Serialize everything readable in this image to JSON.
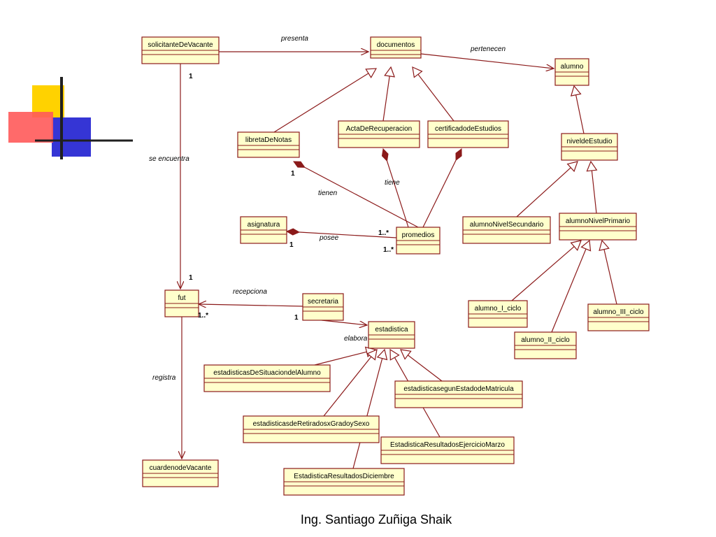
{
  "slide": {
    "footer": "Ing. Santiago Zuñiga Shaik",
    "colors": {
      "class_fill": "#ffffcc",
      "class_border": "#8b1a1a",
      "line": "#8b1a1a",
      "deco_yellow": "#ffd200",
      "deco_red": "#ff5050",
      "deco_blue": "#3030d0",
      "deco_line": "#202020"
    }
  },
  "diagram": {
    "classes": [
      {
        "id": "solicitante",
        "name": "solicitanteDeVacante"
      },
      {
        "id": "documentos",
        "name": "documentos"
      },
      {
        "id": "alumno",
        "name": "alumno"
      },
      {
        "id": "libreta",
        "name": "libretaDeNotas"
      },
      {
        "id": "acta",
        "name": "ActaDeRecuperacion"
      },
      {
        "id": "certificado",
        "name": "certificadodeEstudios"
      },
      {
        "id": "nivel",
        "name": "niveldeEstudio"
      },
      {
        "id": "asignatura",
        "name": "asignatura"
      },
      {
        "id": "promedios",
        "name": "promedios"
      },
      {
        "id": "secundario",
        "name": "alumnoNivelSecundario"
      },
      {
        "id": "primario",
        "name": "alumnoNivelPrimario"
      },
      {
        "id": "fut",
        "name": "fut"
      },
      {
        "id": "secretaria",
        "name": "secretaria"
      },
      {
        "id": "estadistica",
        "name": "estadistica"
      },
      {
        "id": "ciclo1",
        "name": "alumno_I_ciclo"
      },
      {
        "id": "ciclo3",
        "name": "alumno_III_ciclo"
      },
      {
        "id": "ciclo2",
        "name": "alumno_II_ciclo"
      },
      {
        "id": "situacion",
        "name": "estadisticasDeSituaciondelAlumno"
      },
      {
        "id": "matricula",
        "name": "estadisticasegunEstadodeMatricula"
      },
      {
        "id": "retirados",
        "name": "estadisticasdeRetiradosxGradoySexo"
      },
      {
        "id": "marzo",
        "name": "EstadisticaResultadosEjercicioMarzo"
      },
      {
        "id": "diciembre",
        "name": "EstadisticaResultadosDiciembre"
      },
      {
        "id": "cuaderno",
        "name": "cuardenodeVacante"
      }
    ],
    "relations": [
      {
        "from": "solicitante",
        "to": "documentos",
        "kind": "association",
        "label": "presenta"
      },
      {
        "from": "documentos",
        "to": "alumno",
        "kind": "association",
        "label": "pertenecen"
      },
      {
        "from": "libreta",
        "to": "documentos",
        "kind": "generalization"
      },
      {
        "from": "acta",
        "to": "documentos",
        "kind": "generalization"
      },
      {
        "from": "certificado",
        "to": "documentos",
        "kind": "generalization"
      },
      {
        "from": "nivel",
        "to": "alumno",
        "kind": "generalization"
      },
      {
        "from": "promedios",
        "to": "libreta",
        "kind": "composition",
        "label": "tienen"
      },
      {
        "from": "promedios",
        "to": "acta",
        "kind": "composition",
        "label": "tiene"
      },
      {
        "from": "promedios",
        "to": "certificado",
        "kind": "composition"
      },
      {
        "from": "promedios",
        "to": "asignatura",
        "kind": "composition",
        "label": "posee"
      },
      {
        "from": "secundario",
        "to": "nivel",
        "kind": "generalization"
      },
      {
        "from": "primario",
        "to": "nivel",
        "kind": "generalization"
      },
      {
        "from": "ciclo1",
        "to": "primario",
        "kind": "generalization"
      },
      {
        "from": "ciclo2",
        "to": "primario",
        "kind": "generalization"
      },
      {
        "from": "ciclo3",
        "to": "primario",
        "kind": "generalization"
      },
      {
        "from": "solicitante",
        "to": "fut",
        "kind": "association",
        "label": "se encuentra"
      },
      {
        "from": "secretaria",
        "to": "fut",
        "kind": "association",
        "label": "recepciona"
      },
      {
        "from": "secretaria",
        "to": "estadistica",
        "kind": "association",
        "label": "elabora"
      },
      {
        "from": "fut",
        "to": "cuaderno",
        "kind": "association",
        "label": "registra"
      },
      {
        "from": "situacion",
        "to": "estadistica",
        "kind": "generalization"
      },
      {
        "from": "matricula",
        "to": "estadistica",
        "kind": "generalization"
      },
      {
        "from": "retirados",
        "to": "estadistica",
        "kind": "generalization"
      },
      {
        "from": "marzo",
        "to": "estadistica",
        "kind": "generalization"
      },
      {
        "from": "diciembre",
        "to": "estadistica",
        "kind": "generalization"
      }
    ],
    "multiplicities": [
      {
        "id": "m-solicitante-down",
        "text": "1"
      },
      {
        "id": "m-fut-top",
        "text": "1"
      },
      {
        "id": "m-libreta",
        "text": "1"
      },
      {
        "id": "m-asignatura",
        "text": "1"
      },
      {
        "id": "m-promedios-top",
        "text": "1..*"
      },
      {
        "id": "m-promedios-bottom",
        "text": "1..*"
      },
      {
        "id": "m-fut-right",
        "text": "1..*"
      },
      {
        "id": "m-secretaria",
        "text": "1"
      }
    ]
  }
}
